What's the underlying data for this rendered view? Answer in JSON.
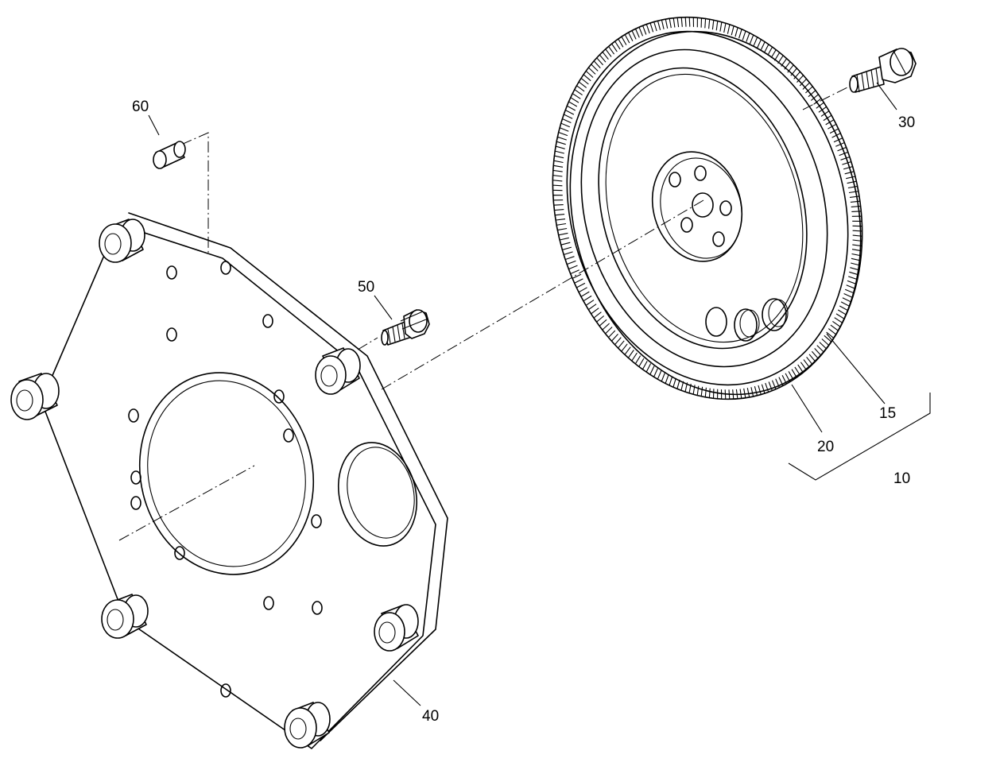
{
  "callouts": {
    "c10": "10",
    "c15": "15",
    "c20": "20",
    "c30": "30",
    "c40": "40",
    "c50": "50",
    "c60": "60"
  }
}
